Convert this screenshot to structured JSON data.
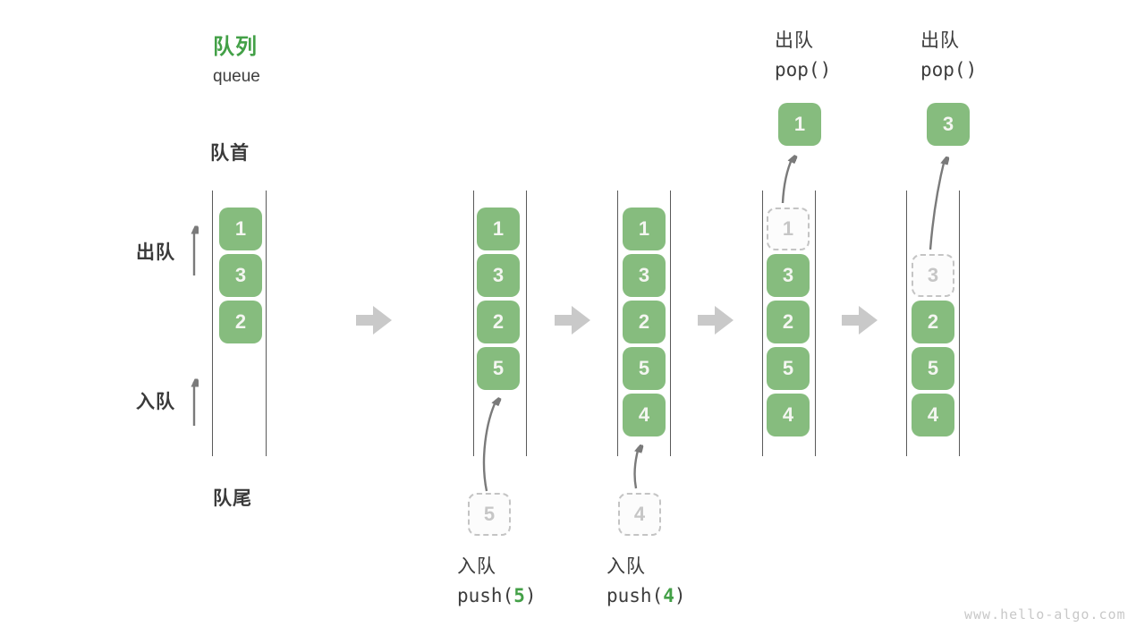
{
  "title": {
    "zh": "队列",
    "en": "queue"
  },
  "side_labels": {
    "front": "队首",
    "rear": "队尾",
    "dequeue": "出队",
    "enqueue": "入队"
  },
  "columns": [
    {
      "cells": [
        {
          "v": "1"
        },
        {
          "v": "3"
        },
        {
          "v": "2"
        }
      ]
    },
    {
      "cells": [
        {
          "v": "1"
        },
        {
          "v": "3"
        },
        {
          "v": "2"
        },
        {
          "v": "5"
        }
      ]
    },
    {
      "cells": [
        {
          "v": "1"
        },
        {
          "v": "3"
        },
        {
          "v": "2"
        },
        {
          "v": "5"
        },
        {
          "v": "4"
        }
      ]
    },
    {
      "cells": [
        {
          "v": "1",
          "ghost": true
        },
        {
          "v": "3"
        },
        {
          "v": "2"
        },
        {
          "v": "5"
        },
        {
          "v": "4"
        }
      ]
    },
    {
      "cells": [
        {
          "v": "3",
          "ghost": true
        },
        {
          "v": "2"
        },
        {
          "v": "5"
        },
        {
          "v": "4"
        }
      ]
    }
  ],
  "push_ops": [
    {
      "label": "入队",
      "code_fn": "push(",
      "arg": "5",
      "code_close": ")",
      "staged": "5"
    },
    {
      "label": "入队",
      "code_fn": "push(",
      "arg": "4",
      "code_close": ")",
      "staged": "4"
    }
  ],
  "pop_ops": [
    {
      "label": "出队",
      "code": "pop()",
      "value": "1"
    },
    {
      "label": "出队",
      "code": "pop()",
      "value": "3"
    }
  ],
  "watermark": "www.hello-algo.com",
  "colors": {
    "cell_green": "#86BC7E",
    "title_green": "#43A047",
    "rail_gray": "#5a5a5a",
    "arrow_gray": "#7a7a7a",
    "block_arrow_gray": "#c9c9c9",
    "ghost_gray": "#c6c6c6",
    "text_dark": "#3f3f3f",
    "watermark_gray": "#c8c8c8"
  }
}
